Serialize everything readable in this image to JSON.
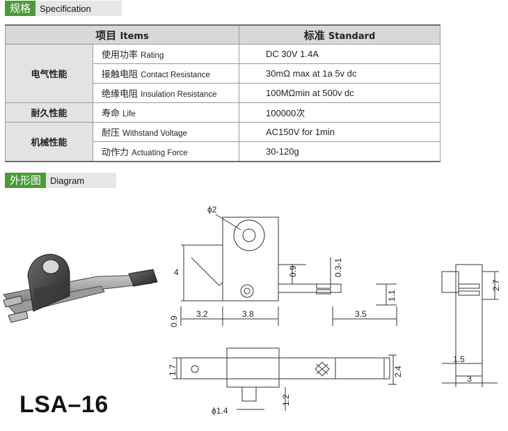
{
  "spec_header": {
    "cn": "规格",
    "en": "Specification"
  },
  "table": {
    "col_item_cn": "项目",
    "col_item_en": "Items",
    "col_std_cn": "标准",
    "col_std_en": "Standard",
    "groups": [
      {
        "category": "电气性能",
        "rows": [
          {
            "cn": "使用功率",
            "en": "Rating",
            "value": "DC 30V 1.4A"
          },
          {
            "cn": "接触电阻",
            "en": "Contact Resistance",
            "value": "30mΩ max at 1a 5v dc"
          },
          {
            "cn": "绝缘电阻",
            "en": "Insulation Resistance",
            "value": "100MΩmin at 500v dc"
          }
        ]
      },
      {
        "category": "耐久性能",
        "rows": [
          {
            "cn": "寿命",
            "en": "Life",
            "value": "100000次"
          }
        ]
      },
      {
        "category": "机械性能",
        "rows": [
          {
            "cn": "耐压",
            "en": "Withstand Voltage",
            "value": "AC150V for 1min"
          },
          {
            "cn": "动作力",
            "en": "Actuating Force",
            "value": "30-120g"
          }
        ]
      }
    ]
  },
  "diagram_header": {
    "cn": "外形图",
    "en": "Diagram"
  },
  "dims": {
    "phi2": "ϕ2",
    "d4": "4",
    "d09a": "0.9",
    "d03_1": "0.3-1",
    "d11": "1.1",
    "d32": "3.2",
    "d38": "3.8",
    "d09b": "0.9",
    "d35": "3.5",
    "d17": "1.7",
    "d24": "2.4",
    "d12": "1.2",
    "phi14": "ϕ1.4",
    "d27": "2.7",
    "d15": "1.5",
    "d3": "3"
  },
  "model": "LSA–16"
}
